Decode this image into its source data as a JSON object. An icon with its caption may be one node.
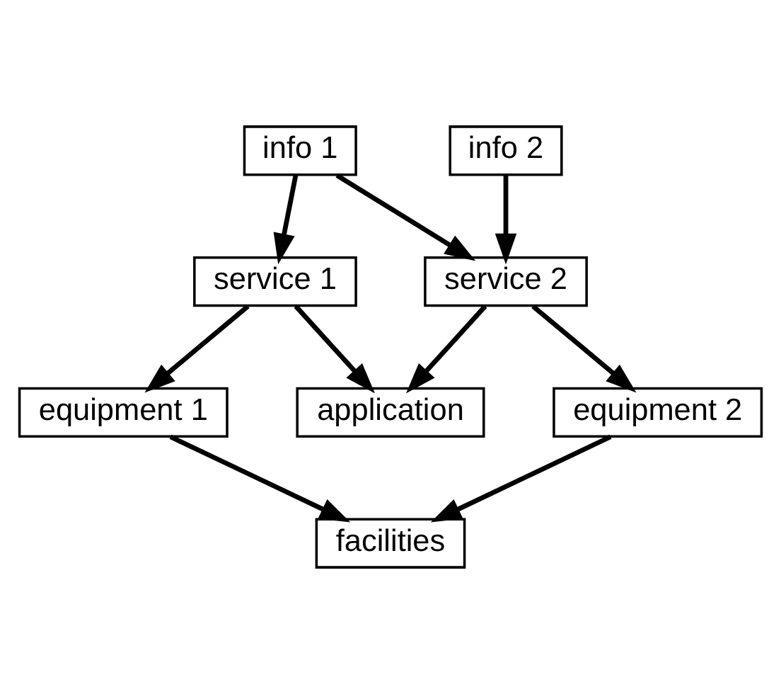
{
  "diagram": {
    "nodes": [
      {
        "text": [
          "info 1"
        ]
      },
      {
        "text": [
          "info 2"
        ]
      },
      {
        "text": [
          "service 1"
        ]
      },
      {
        "text": [
          "service 2"
        ]
      },
      {
        "text": [
          "application"
        ]
      },
      {
        "text": [
          "equipment 1"
        ]
      },
      {
        "text": [
          "equipment 2"
        ]
      },
      {
        "text": [
          "facilities"
        ]
      }
    ],
    "edges": [
      {
        "from": 0,
        "to": 2,
        "arrow": "to"
      },
      {
        "from": 0,
        "to": 3,
        "arrow": "to"
      },
      {
        "from": 1,
        "to": 3,
        "arrow": "to"
      },
      {
        "from": 2,
        "to": 4,
        "arrow": "to"
      },
      {
        "from": 3,
        "to": 4,
        "arrow": "to"
      },
      {
        "from": 2,
        "to": 5,
        "arrow": "to"
      },
      {
        "from": 3,
        "to": 6,
        "arrow": "to"
      },
      {
        "from": 5,
        "to": 7,
        "arrow": "to"
      },
      {
        "from": 6,
        "to": 7,
        "arrow": "to"
      }
    ]
  }
}
